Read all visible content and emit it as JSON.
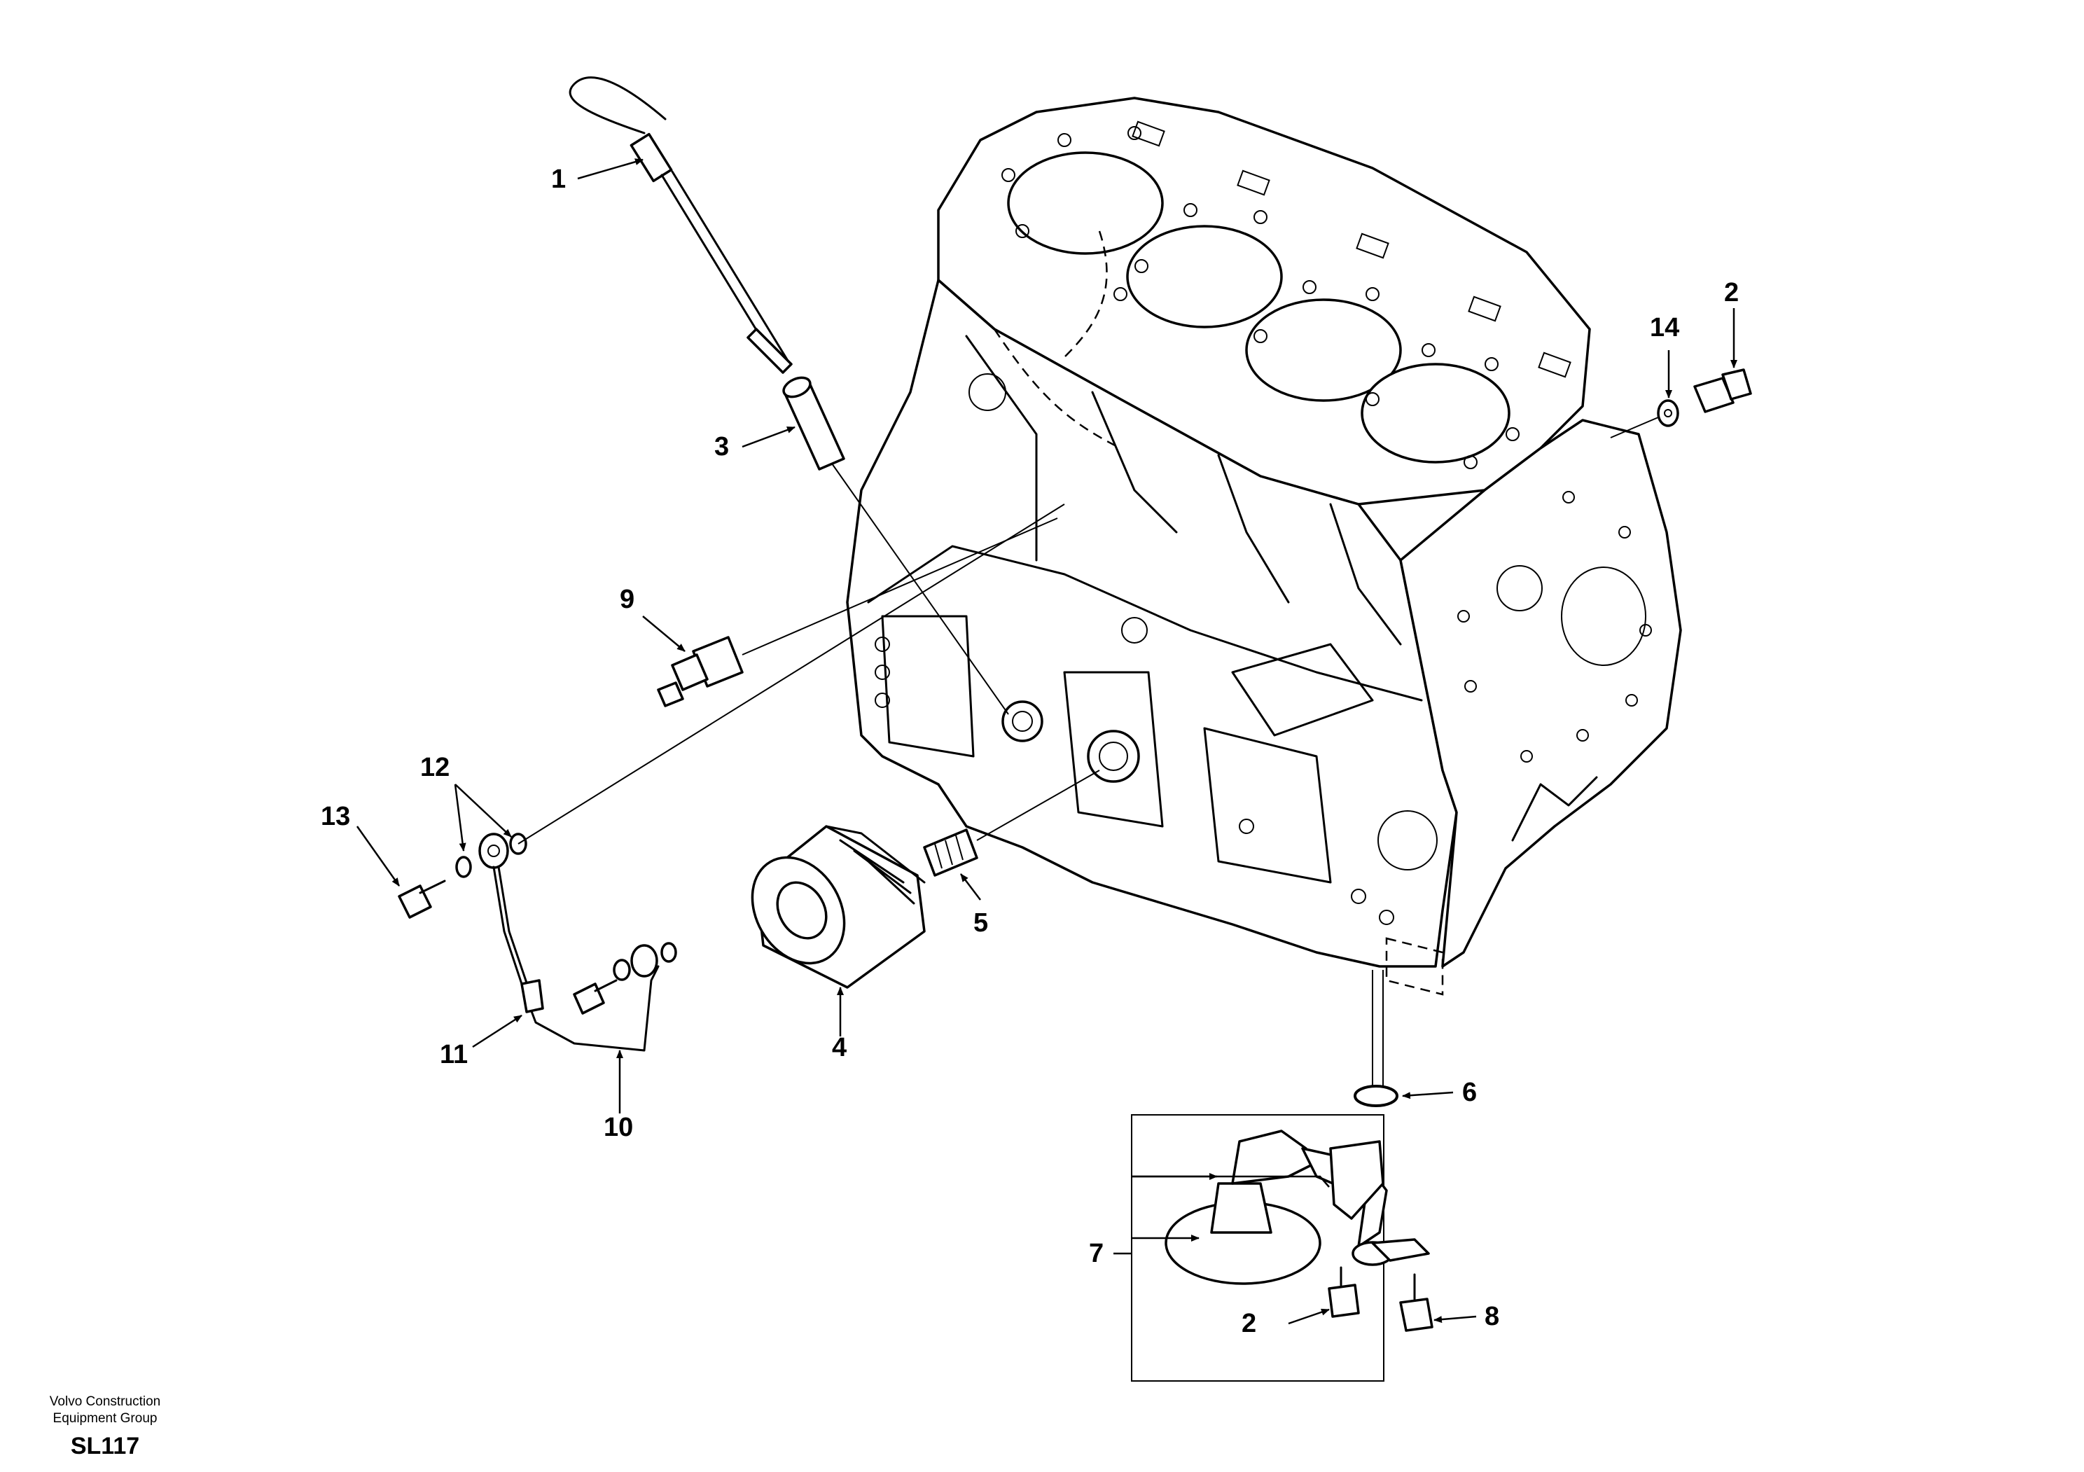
{
  "callouts": {
    "c1": "1",
    "c2a": "2",
    "c2b": "2",
    "c3": "3",
    "c4": "4",
    "c5": "5",
    "c6": "6",
    "c7": "7",
    "c8": "8",
    "c9": "9",
    "c10": "10",
    "c11": "11",
    "c12": "12",
    "c13": "13",
    "c14": "14"
  },
  "footer": {
    "company_line1": "Volvo Construction",
    "company_line2": "Equipment Group",
    "code": "SL117"
  }
}
